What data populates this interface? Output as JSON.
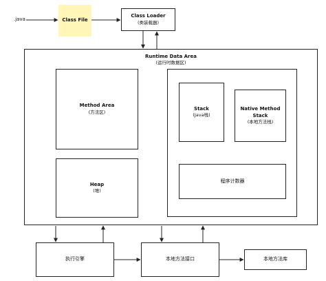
{
  "source_label": ".java",
  "class_file": "Class File",
  "class_loader": {
    "title": "Class Loader",
    "subtitle": "(类装载器)"
  },
  "runtime_area": {
    "title": "Runtime Data Area",
    "subtitle": "(运行时数据区)"
  },
  "method_area": {
    "title": "Method Area",
    "subtitle": "(方法区)"
  },
  "heap": {
    "title": "Heap",
    "subtitle": "(堆)"
  },
  "stack": {
    "title": "Stack",
    "subtitle": "(Java栈)"
  },
  "native_stack": {
    "title": "Native Method Stack",
    "subtitle": "(本地方法栈)"
  },
  "pc_register": "程序计数器",
  "execution_engine": "执行引擎",
  "native_interface": "本地方法接口",
  "native_library": "本地方法库",
  "colors": {
    "note": "#fff6b8",
    "line": "#222222"
  }
}
